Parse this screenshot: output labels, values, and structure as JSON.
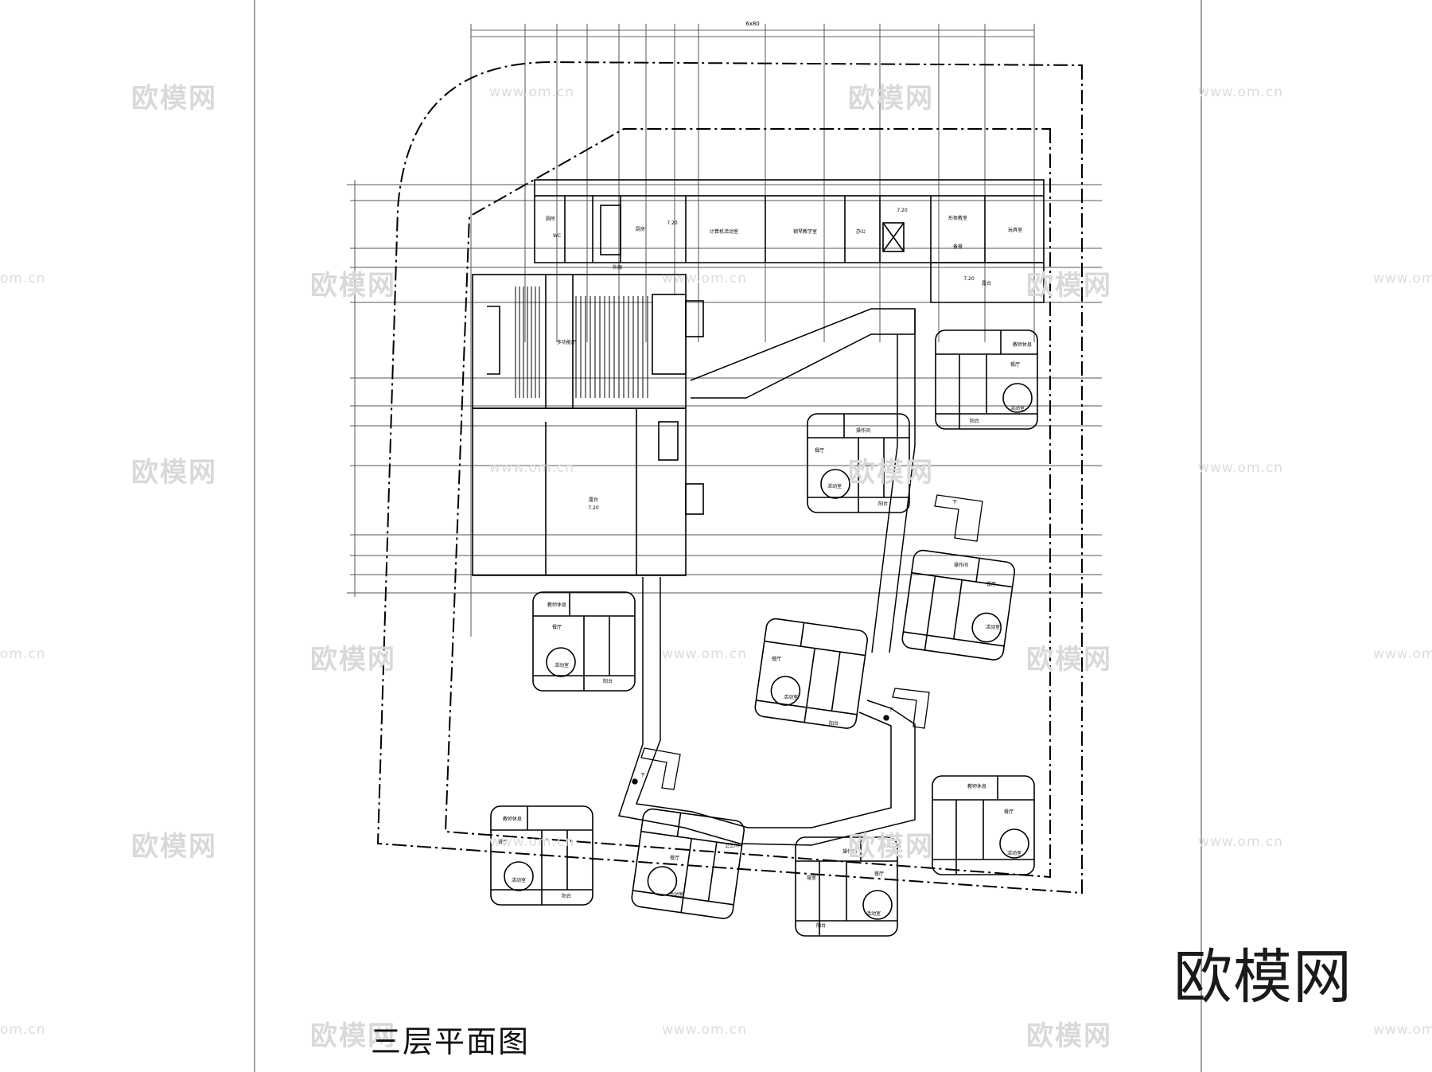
{
  "drawing": {
    "title": "三层平面图",
    "brand": "欧模网"
  },
  "watermark": {
    "logo": "欧模网",
    "url": "www.om.cn",
    "url_cut": "om.cn"
  },
  "labels": {
    "overall_dim": "6x80",
    "toilet": "厕所",
    "wc": "WC",
    "kitchen": "厨房",
    "outer_corridor": "外廊",
    "computer_room": "计算机活动室",
    "piano_room": "钢琴教学室",
    "office": "办公",
    "dance_room": "形体教室",
    "prep": "备餐",
    "toy_room": "玩具室",
    "balcony": "露台",
    "multi_hall": "多功能厅",
    "elev": "7.20",
    "down": "下",
    "dining": "餐厅",
    "activity": "活动室",
    "veranda": "阳台",
    "teacher_rest": "教师休息",
    "operation": "操作间",
    "toilet2": "卫生间",
    "bedroom": "寝室"
  },
  "colors": {
    "line": "#000000",
    "grid": "#555555",
    "watermark": "#d9d9d9"
  }
}
